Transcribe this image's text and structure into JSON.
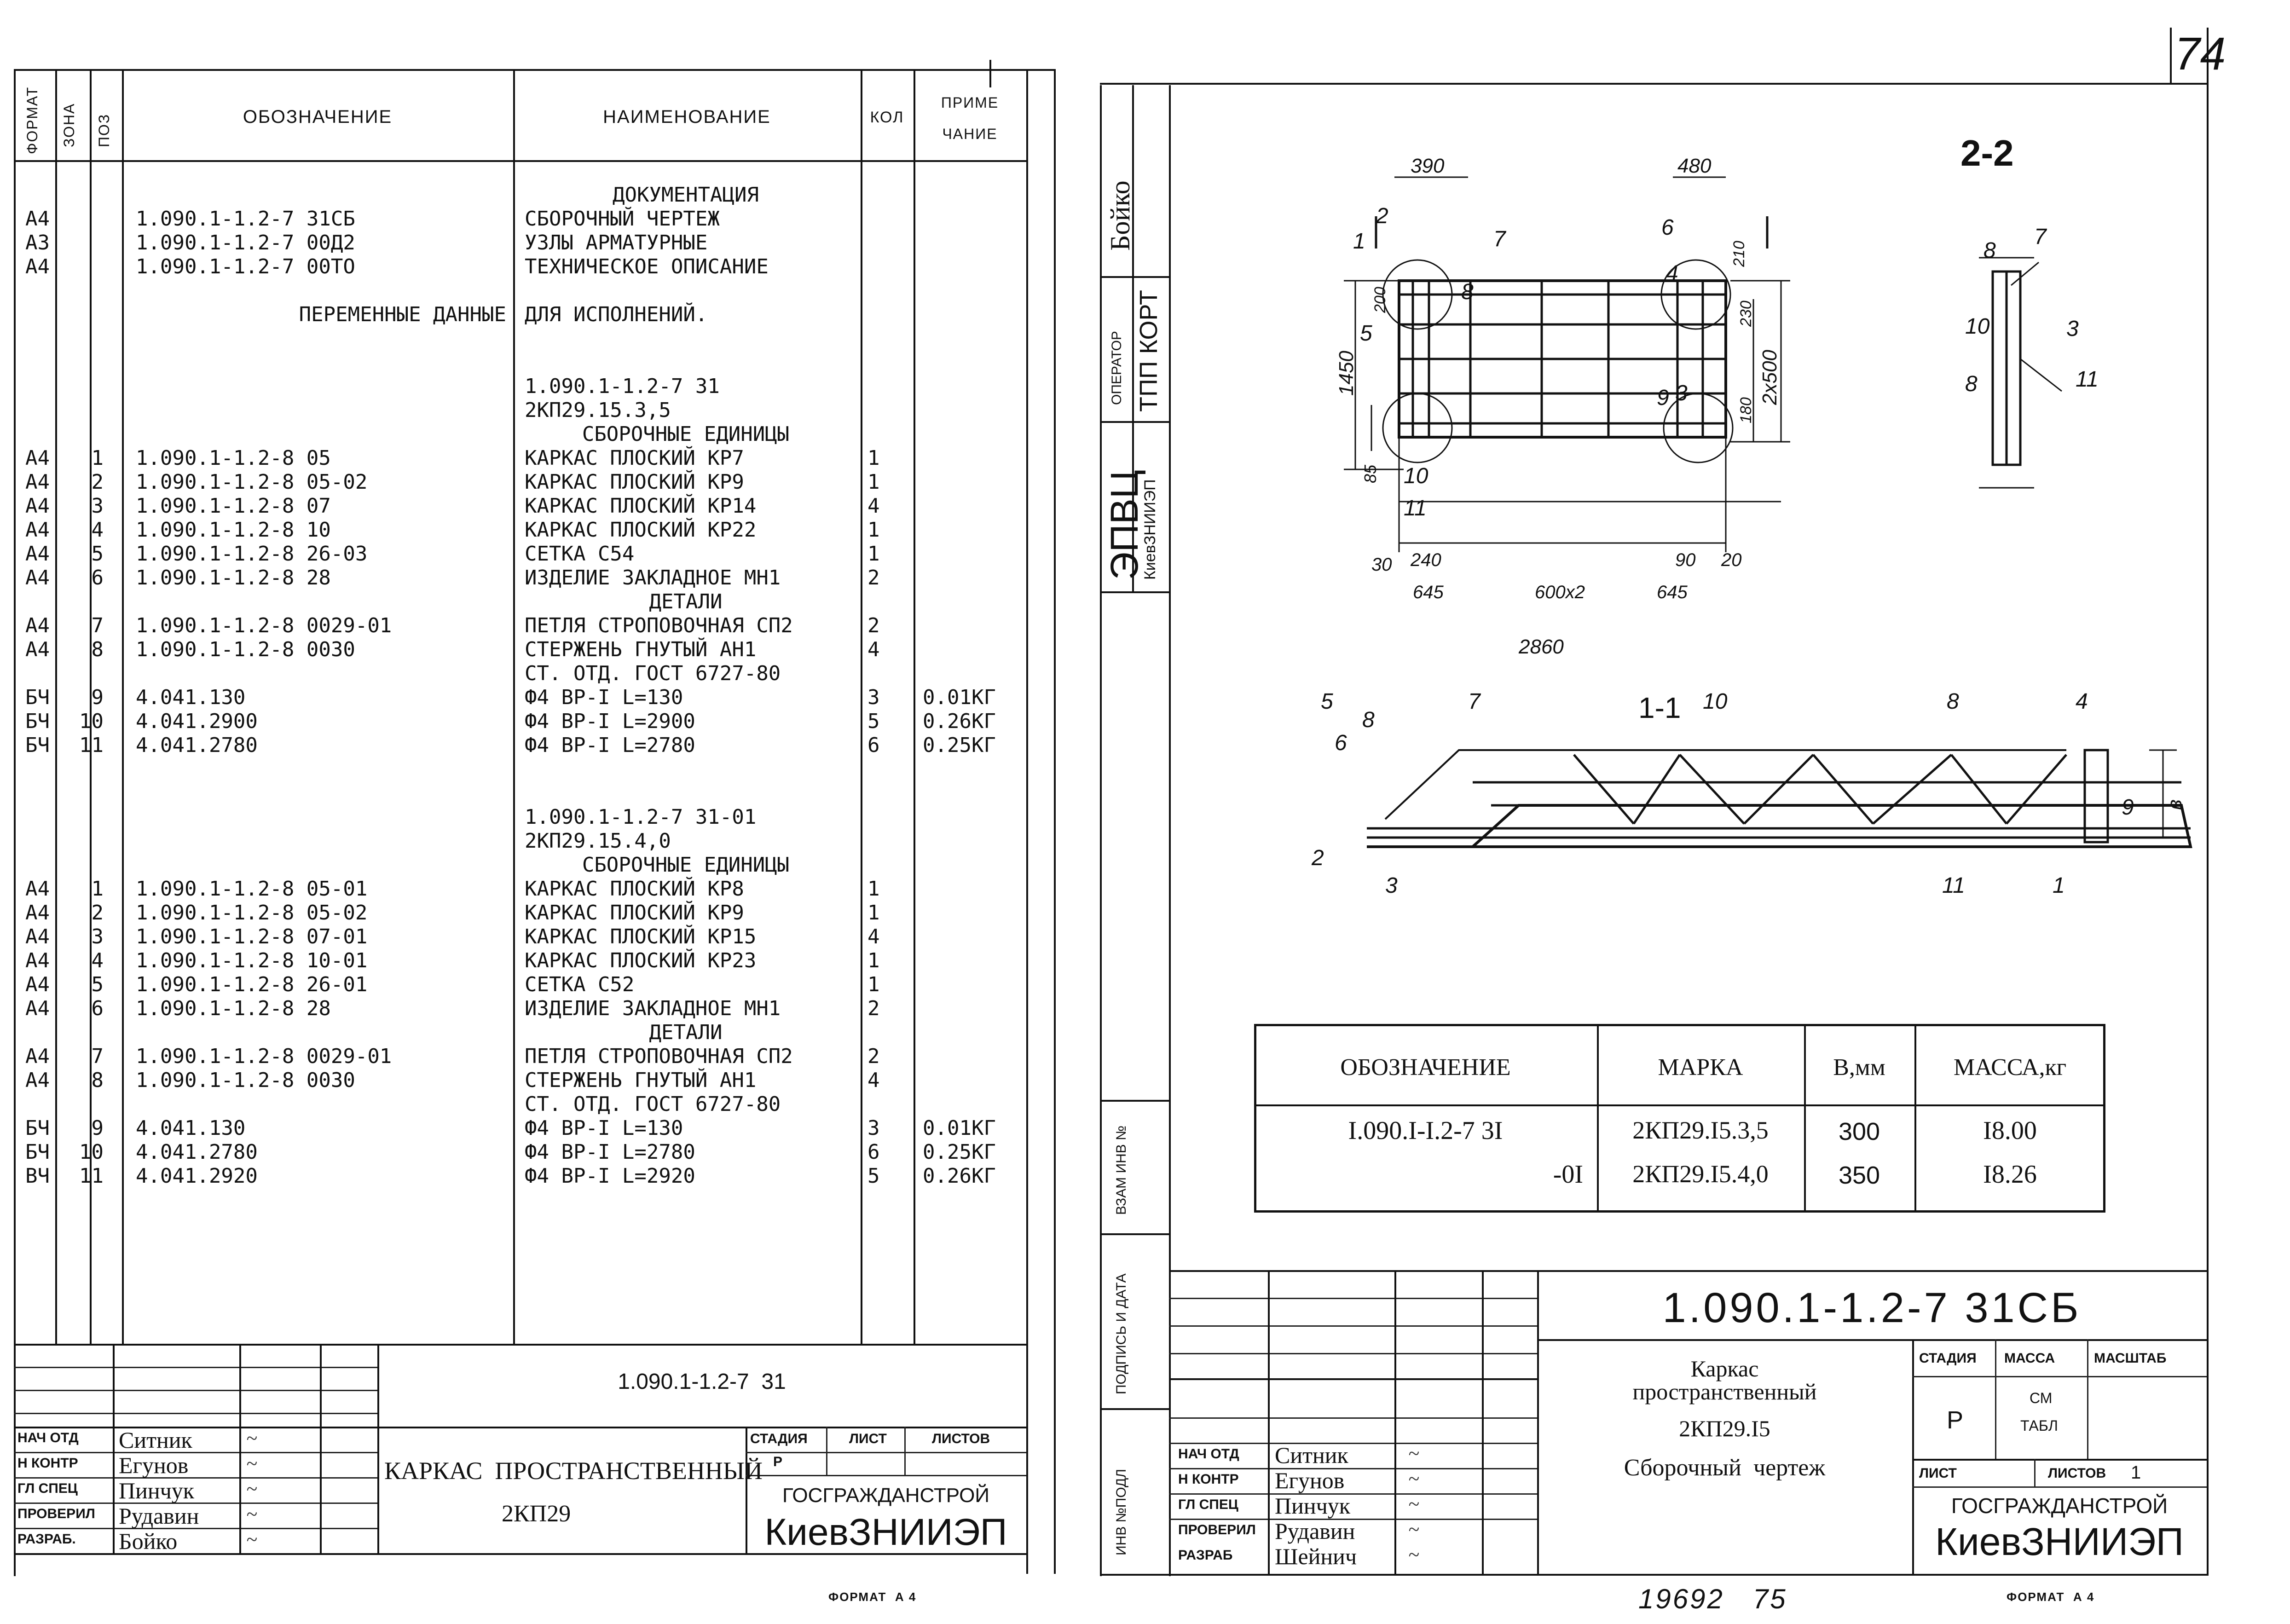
{
  "left_sheet": {
    "header": {
      "format": "ФОРМАТ",
      "zone": "ЗОНА",
      "pos": "ПОЗ",
      "designation": "ОБОЗНАЧЕНИЕ",
      "name": "НАИМЕНОВАНИЕ",
      "qty": "КОЛ",
      "note_1": "ПРИМЕ",
      "note_2": "ЧАНИЕ"
    },
    "rows": [
      {
        "f": "",
        "z": "",
        "d": "",
        "n": "ДОКУМЕНТАЦИЯ",
        "q": "",
        "p": "",
        "center": true
      },
      {
        "f": "А4",
        "z": "",
        "d": "1.090.1-1.2-7 31СБ",
        "n": "СБОРОЧНЫЙ ЧЕРТЕЖ",
        "q": "",
        "p": ""
      },
      {
        "f": "А3",
        "z": "",
        "d": "1.090.1-1.2-7 00Д2",
        "n": "УЗЛЫ АРМАТУРНЫЕ",
        "q": "",
        "p": ""
      },
      {
        "f": "А4",
        "z": "",
        "d": "1.090.1-1.2-7 00ТО",
        "n": "ТЕХНИЧЕСКОЕ ОПИСАНИЕ",
        "q": "",
        "p": ""
      },
      {
        "f": "",
        "z": "",
        "d": "",
        "n": "",
        "q": "",
        "p": ""
      },
      {
        "f": "",
        "z": "",
        "d": "ПЕРЕМЕННЫЕ ДАННЫЕ",
        "n": "ДЛЯ ИСПОЛНЕНИЙ.",
        "q": "",
        "p": "",
        "right": true
      },
      {
        "f": "",
        "z": "",
        "d": "",
        "n": "",
        "q": "",
        "p": ""
      },
      {
        "f": "",
        "z": "",
        "d": "",
        "n": "",
        "q": "",
        "p": ""
      },
      {
        "f": "",
        "z": "",
        "d": "",
        "n": "1.090.1-1.2-7 31",
        "q": "",
        "p": ""
      },
      {
        "f": "",
        "z": "",
        "d": "",
        "n": "2КП29.15.3,5",
        "q": "",
        "p": ""
      },
      {
        "f": "",
        "z": "",
        "d": "",
        "n": "СБОРОЧНЫЕ ЕДИНИЦЫ",
        "q": "",
        "p": "",
        "center": true
      },
      {
        "f": "А4",
        "z": "1",
        "d": "1.090.1-1.2-8 05",
        "n": "КАРКАС ПЛОСКИЙ КР7",
        "q": "1",
        "p": ""
      },
      {
        "f": "А4",
        "z": "2",
        "d": "1.090.1-1.2-8 05-02",
        "n": "КАРКАС ПЛОСКИЙ КР9",
        "q": "1",
        "p": ""
      },
      {
        "f": "А4",
        "z": "3",
        "d": "1.090.1-1.2-8 07",
        "n": "КАРКАС ПЛОСКИЙ КР14",
        "q": "4",
        "p": ""
      },
      {
        "f": "А4",
        "z": "4",
        "d": "1.090.1-1.2-8 10",
        "n": "КАРКАС ПЛОСКИЙ КР22",
        "q": "1",
        "p": ""
      },
      {
        "f": "А4",
        "z": "5",
        "d": "1.090.1-1.2-8 26-03",
        "n": "СЕТКА С54",
        "q": "1",
        "p": ""
      },
      {
        "f": "А4",
        "z": "6",
        "d": "1.090.1-1.2-8 28",
        "n": "ИЗДЕЛИЕ ЗАКЛАДНОЕ МН1",
        "q": "2",
        "p": ""
      },
      {
        "f": "",
        "z": "",
        "d": "",
        "n": "ДЕТАЛИ",
        "q": "",
        "p": "",
        "center": true
      },
      {
        "f": "А4",
        "z": "7",
        "d": "1.090.1-1.2-8 0029-01",
        "n": "ПЕТЛЯ СТРОПОВОЧНАЯ СП2",
        "q": "2",
        "p": ""
      },
      {
        "f": "А4",
        "z": "8",
        "d": "1.090.1-1.2-8 0030",
        "n": "СТЕРЖЕНЬ ГНУТЫЙ АН1",
        "q": "4",
        "p": ""
      },
      {
        "f": "",
        "z": "",
        "d": "",
        "n": "СТ. ОТД. ГОСТ 6727-80",
        "q": "",
        "p": ""
      },
      {
        "f": "БЧ",
        "z": "9",
        "d": "4.041.130",
        "n": "Ф4 ВР-I L=130",
        "q": "3",
        "p": "0.01КГ"
      },
      {
        "f": "БЧ",
        "z": "10",
        "d": "4.041.2900",
        "n": "Ф4 ВР-I L=2900",
        "q": "5",
        "p": "0.26КГ"
      },
      {
        "f": "БЧ",
        "z": "11",
        "d": "4.041.2780",
        "n": "Ф4 ВР-I L=2780",
        "q": "6",
        "p": "0.25КГ"
      },
      {
        "f": "",
        "z": "",
        "d": "",
        "n": "",
        "q": "",
        "p": ""
      },
      {
        "f": "",
        "z": "",
        "d": "",
        "n": "",
        "q": "",
        "p": ""
      },
      {
        "f": "",
        "z": "",
        "d": "",
        "n": "1.090.1-1.2-7 31-01",
        "q": "",
        "p": ""
      },
      {
        "f": "",
        "z": "",
        "d": "",
        "n": "2КП29.15.4,0",
        "q": "",
        "p": ""
      },
      {
        "f": "",
        "z": "",
        "d": "",
        "n": "СБОРОЧНЫЕ ЕДИНИЦЫ",
        "q": "",
        "p": "",
        "center": true
      },
      {
        "f": "А4",
        "z": "1",
        "d": "1.090.1-1.2-8 05-01",
        "n": "КАРКАС ПЛОСКИЙ КР8",
        "q": "1",
        "p": ""
      },
      {
        "f": "А4",
        "z": "2",
        "d": "1.090.1-1.2-8 05-02",
        "n": "КАРКАС ПЛОСКИЙ КР9",
        "q": "1",
        "p": ""
      },
      {
        "f": "А4",
        "z": "3",
        "d": "1.090.1-1.2-8 07-01",
        "n": "КАРКАС ПЛОСКИЙ КР15",
        "q": "4",
        "p": ""
      },
      {
        "f": "А4",
        "z": "4",
        "d": "1.090.1-1.2-8 10-01",
        "n": "КАРКАС ПЛОСКИЙ КР23",
        "q": "1",
        "p": ""
      },
      {
        "f": "А4",
        "z": "5",
        "d": "1.090.1-1.2-8 26-01",
        "n": "СЕТКА С52",
        "q": "1",
        "p": ""
      },
      {
        "f": "А4",
        "z": "6",
        "d": "1.090.1-1.2-8 28",
        "n": "ИЗДЕЛИЕ ЗАКЛАДНОЕ МН1",
        "q": "2",
        "p": ""
      },
      {
        "f": "",
        "z": "",
        "d": "",
        "n": "ДЕТАЛИ",
        "q": "",
        "p": "",
        "center": true
      },
      {
        "f": "А4",
        "z": "7",
        "d": "1.090.1-1.2-8 0029-01",
        "n": "ПЕТЛЯ СТРОПОВОЧНАЯ СП2",
        "q": "2",
        "p": ""
      },
      {
        "f": "А4",
        "z": "8",
        "d": "1.090.1-1.2-8 0030",
        "n": "СТЕРЖЕНЬ ГНУТЫЙ АН1",
        "q": "4",
        "p": ""
      },
      {
        "f": "",
        "z": "",
        "d": "",
        "n": "СТ. ОТД. ГОСТ 6727-80",
        "q": "",
        "p": ""
      },
      {
        "f": "БЧ",
        "z": "9",
        "d": "4.041.130",
        "n": "Ф4 ВР-I L=130",
        "q": "3",
        "p": "0.01КГ"
      },
      {
        "f": "БЧ",
        "z": "10",
        "d": "4.041.2780",
        "n": "Ф4 ВР-I L=2780",
        "q": "6",
        "p": "0.25КГ"
      },
      {
        "f": "ВЧ",
        "z": "11",
        "d": "4.041.2920",
        "n": "Ф4 ВР-I L=2920",
        "q": "5",
        "p": "0.26КГ"
      }
    ],
    "title_block": {
      "code": "1.090.1-1.2-7  31",
      "title": "КАРКАС  ПРОСТРАНСТВЕННЫЙ",
      "subtitle": "2КП29",
      "stage_lbl": "СТАДИЯ",
      "sheet_lbl": "ЛИСТ",
      "sheets_lbl": "ЛИСТОВ",
      "stage_val": "Р",
      "org_1": "ГОСГРАЖДАНСТРОЙ",
      "org_2": "КиевЗНИИЭП",
      "roles": [
        "НАЧ ОТД",
        "Н КОНТР",
        "ГЛ СПЕЦ",
        "ПРОВЕРИЛ",
        "РАЗРАБ."
      ],
      "names": [
        "Ситник",
        "Егунов",
        "Пинчук",
        "Рудавин",
        "Бойко"
      ]
    },
    "format": "ФОРМАТ  А 4"
  },
  "right_sheet": {
    "page_num": "74",
    "side_name": "Бойко",
    "operator_lbl": "ОПЕРАТОР",
    "operator_val": "ТПП КОРТ",
    "side_org_1": "ЭПВЦ",
    "side_org_2": "КиевЗНИИЭП",
    "inv_lbl": "ВЗАМ ИНВ №",
    "sign_lbl": "ПОДПИСЬ И ДАТА",
    "inv_orig_lbl": "ИНВ №ПОДЛ",
    "section_22": "2-2",
    "section_11": "1-1",
    "dims": {
      "d390": "390",
      "d480": "480",
      "d1450": "1450",
      "d200": "200",
      "d230": "230",
      "d2x500": "2x500",
      "d180": "180",
      "d85": "85",
      "d210": "210",
      "d30": "30",
      "d240": "240",
      "d645a": "645",
      "d600x2": "600x2",
      "d645b": "645",
      "d90": "90",
      "d20": "20",
      "d2860": "2860",
      "b": "в"
    },
    "callouts": [
      "1",
      "2",
      "3",
      "4",
      "5",
      "6",
      "7",
      "8",
      "9",
      "10",
      "11"
    ],
    "table": {
      "headers": [
        "ОБОЗНАЧЕНИЕ",
        "МАРКА",
        "В,мм",
        "МАССА,кг"
      ],
      "rows": [
        [
          "I.090.I-I.2-7 3I",
          "2КП29.I5.3,5",
          "300",
          "I8.00"
        ],
        [
          "-0I",
          "2КП29.I5.4,0",
          "350",
          "I8.26"
        ]
      ]
    },
    "title_block": {
      "code": "1.090.1-1.2-7 31СБ",
      "title_1": "Каркас",
      "title_2": "пространственный",
      "title_3": "2КП29.I5",
      "title_4": "Сборочный  чертеж",
      "stage_lbl": "СТАДИЯ",
      "mass_lbl": "МАССА",
      "scale_lbl": "МАСШТАБ",
      "stage_val": "Р",
      "mass_val_1": "СМ",
      "mass_val_2": "ТАБЛ",
      "sheet_lbl": "ЛИСТ",
      "sheets_lbl": "ЛИСТОВ",
      "sheets_val": "1",
      "org_1": "ГОСГРАЖДАНСТРОЙ",
      "org_2": "КиевЗНИИЭП",
      "roles": [
        "НАЧ ОТД",
        "Н КОНТР",
        "ГЛ СПЕЦ",
        "ПРОВЕРИЛ",
        "РАЗРАБ"
      ],
      "names": [
        "Ситник",
        "Егунов",
        "Пинчук",
        "Рудавин",
        "Шейнич"
      ]
    },
    "bottom_note": "19692   75",
    "format": "ФОРМАТ  А 4"
  }
}
